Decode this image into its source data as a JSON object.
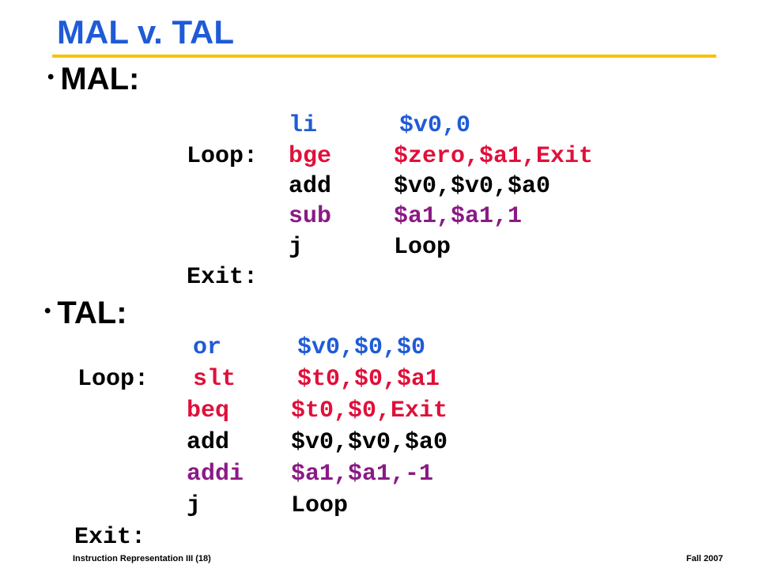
{
  "title": "MAL v. TAL",
  "colors": {
    "title": "#1f5bd6",
    "rule": "#f5c400",
    "blue": "#1f5bd6",
    "red": "#e0103a",
    "purple": "#8a1a86",
    "black": "#000000"
  },
  "mal": {
    "heading": "MAL:",
    "lines": [
      {
        "label": "",
        "op": "li",
        "args": "$v0,0"
      },
      {
        "label": "Loop:",
        "op": "bge",
        "args": "$zero,$a1,Exit"
      },
      {
        "label": "",
        "op": "add",
        "args": "$v0,$v0,$a0"
      },
      {
        "label": "",
        "op": "sub",
        "args": "$a1,$a1,1"
      },
      {
        "label": "",
        "op": "j",
        "args": "Loop"
      },
      {
        "label": "Exit:",
        "op": "",
        "args": ""
      }
    ]
  },
  "tal": {
    "heading": "TAL:",
    "lines": [
      {
        "label": "",
        "op": "or",
        "args": "$v0,$0,$0"
      },
      {
        "label": "Loop:",
        "op": "slt",
        "args": "$t0,$0,$a1"
      },
      {
        "label": "",
        "op": "beq",
        "args": "$t0,$0,Exit"
      },
      {
        "label": "",
        "op": "add",
        "args": "$v0,$v0,$a0"
      },
      {
        "label": "",
        "op": "addi",
        "args": "$a1,$a1,-1"
      },
      {
        "label": "",
        "op": "j",
        "args": "Loop"
      },
      {
        "label": "Exit:",
        "op": "",
        "args": ""
      }
    ]
  },
  "footer": {
    "left": "Instruction Representation III (18)",
    "right": "Fall 2007"
  }
}
